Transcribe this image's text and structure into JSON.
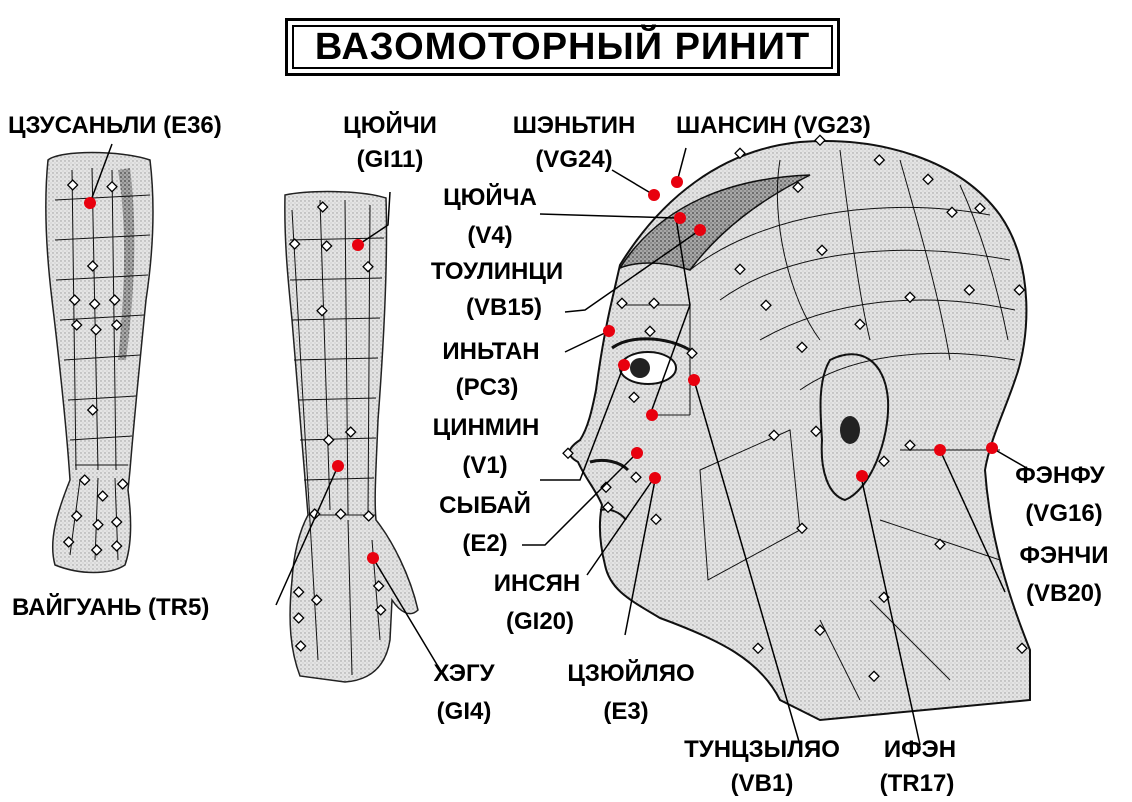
{
  "title": "ВАЗОМОТОРНЫЙ  РИНИТ",
  "labels": {
    "e36": "ЦЗУСАНЬЛИ (E36)",
    "gi11_name": "ЦЮЙЧИ",
    "gi11_code": "(GI11)",
    "vg24_name": "ШЭНЬТИН",
    "vg24_code": "(VG24)",
    "vg23": "ШАНСИН (VG23)",
    "v4_name": "ЦЮЙЧА",
    "v4_code": "(V4)",
    "vb15_name": "ТОУЛИНЦИ",
    "vb15_code": "(VB15)",
    "pc3_name": "ИНЬТАН",
    "pc3_code": "(PC3)",
    "v1_name": "ЦИНМИН",
    "v1_code": "(V1)",
    "e2_name": "СЫБАЙ",
    "e2_code": "(E2)",
    "gi20_name": "ИНСЯН",
    "gi20_code": "(GI20)",
    "e3_name": "ЦЗЮЙЛЯО",
    "e3_code": "(E3)",
    "tr5": "ВАЙГУАНЬ (TR5)",
    "gi4_name": "ХЭГУ",
    "gi4_code": "(GI4)",
    "vb1_name": "ТУНЦЗЫЛЯО",
    "vb1_code": "(VB1)",
    "tr17_name": "ИФЭН",
    "tr17_code": "(TR17)",
    "vg16_name": "ФЭНФУ",
    "vg16_code": "(VG16)",
    "vb20_name": "ФЭНЧИ",
    "vb20_code": "(VB20)"
  },
  "colors": {
    "point": "#e8000e",
    "ink": "#000000",
    "skin": "#d4d4d4",
    "skin_dark": "#8a8a8a"
  }
}
